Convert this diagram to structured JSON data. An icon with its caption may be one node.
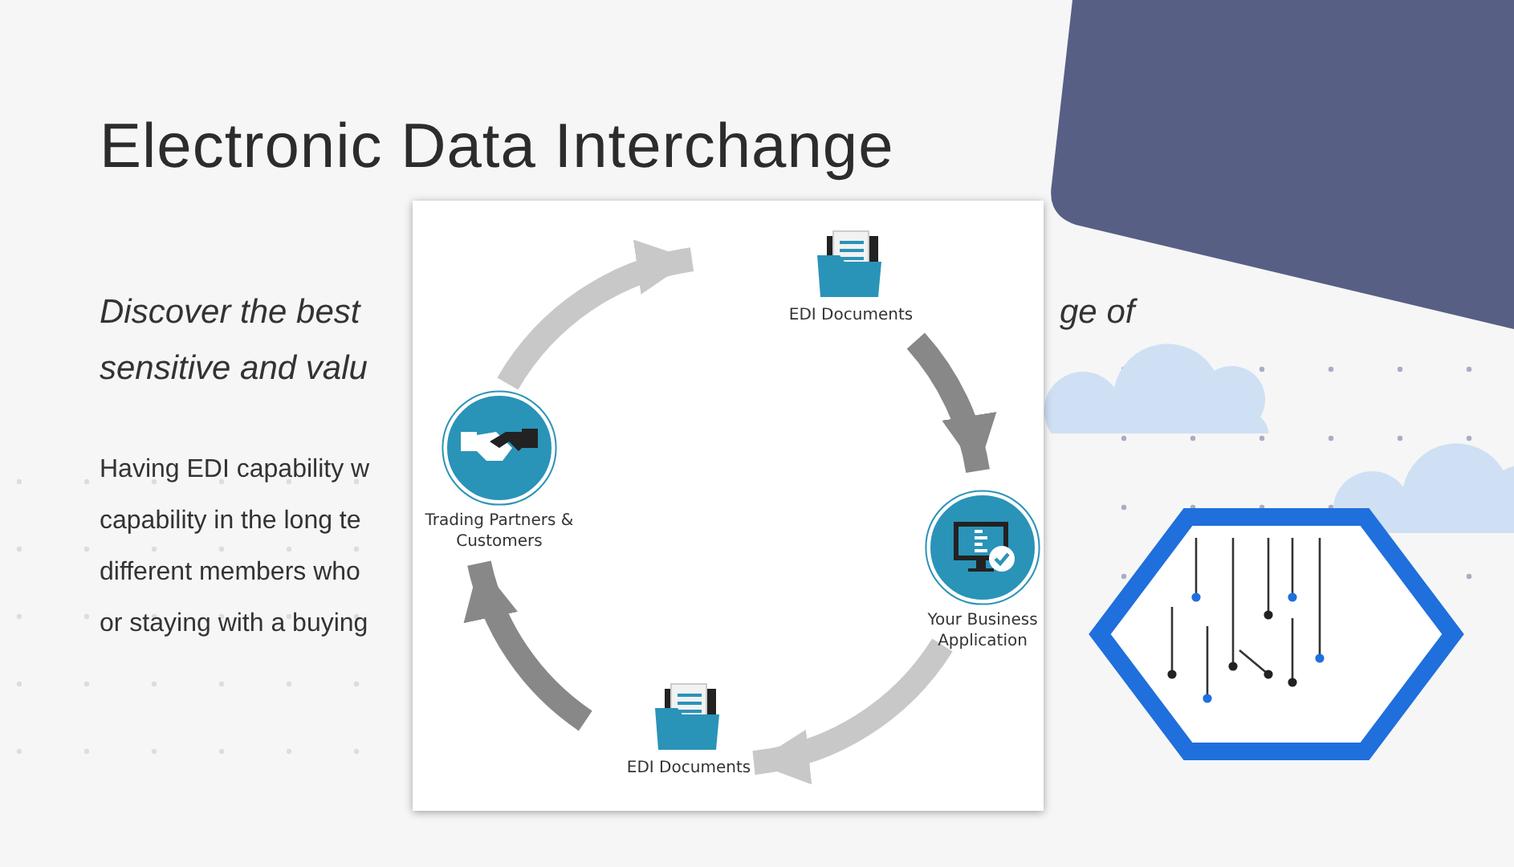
{
  "diagram": {
    "title": "Electronic Data Interchange",
    "nodes": [
      {
        "text": [
          "EDI Documents"
        ]
      },
      {
        "text": [
          "Your Business Application"
        ]
      },
      {
        "text": [
          "EDI Documents"
        ]
      },
      {
        "text": [
          "Trading Partners & Customers"
        ]
      }
    ],
    "edges": [
      {
        "from": 3,
        "to": 0,
        "arrow": "to",
        "color": "#c8c8c8"
      },
      {
        "from": 0,
        "to": 1,
        "arrow": "to"
      },
      {
        "from": 1,
        "to": 2,
        "arrow": "to",
        "color": "#c8c8c8"
      },
      {
        "from": 2,
        "to": 3,
        "arrow": "to"
      }
    ],
    "labels": [
      "Discover the best",
      "ge of",
      "sensitive and valu",
      "Having EDI capability w",
      "capability in the long te",
      "different members who",
      "or staying with a buying"
    ]
  }
}
